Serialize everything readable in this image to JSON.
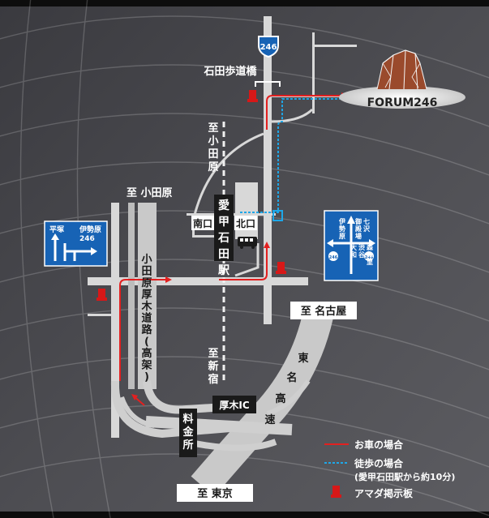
{
  "route": {
    "shield": "246"
  },
  "labels": {
    "pedestrian_bridge": "石田歩道橋",
    "forum": "FORUM246",
    "to_odawara_v": "至小田原",
    "to_odawara_h": "至 小田原",
    "to_nagoya": "至 名古屋",
    "to_shinjuku": "至新宿",
    "to_tokyo": "至 東京",
    "station": "愛甲石田駅",
    "south_exit": "南口",
    "north_exit": "北口",
    "highway_odawara_atsugi": "小田原厚木道路(高架)",
    "tomei_expressway": "東名高速",
    "atsugi_ic": "厚木IC",
    "tollgate": "料金所"
  },
  "sign_left": {
    "left": "平塚",
    "right_top": "伊勢原",
    "right_num": "246"
  },
  "sign_right": {
    "col1": "七沢",
    "col2": "御殿場",
    "col3": "伊勢原",
    "col4": "渋谷",
    "col5": "大和",
    "col6": "森の里",
    "shield": "246"
  },
  "legend": {
    "car": "お車の場合",
    "walk": "徒歩の場合",
    "walk_note": "(愛甲石田駅から約10分)",
    "board": "アマダ掲示板"
  },
  "colors": {
    "car_route": "#e32020",
    "walk_route": "#1ea7e8",
    "board": "#d71818",
    "sign_blue": "#1763b5"
  }
}
